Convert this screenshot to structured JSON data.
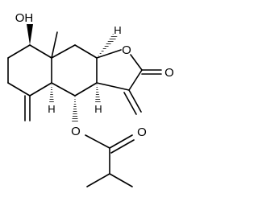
{
  "molecule": {
    "atom_labels": {
      "hydroxyl": "OH",
      "ring_oxygen": "O",
      "lactone_carbonyl_oxygen": "O",
      "ester_oxygen": "O",
      "ester_carbonyl_oxygen": "O"
    },
    "stereo_hydrogens": {
      "h_lactone_top": "H",
      "h_lactone_junction": "H",
      "h_ring_junction": "H"
    },
    "colors": {
      "bond": "#000000",
      "background": "#ffffff"
    }
  }
}
